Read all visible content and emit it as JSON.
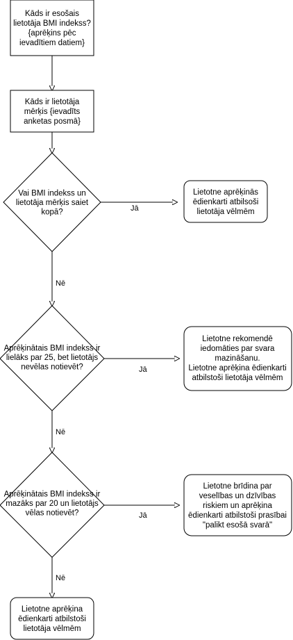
{
  "nodes": {
    "step1": [
      "Kāds ir esošais",
      "lietotāja BMI indekss?",
      "{aprēķins pēc",
      "ievadītiem datiem}"
    ],
    "step2": [
      "Kāds ir lietotāja",
      "mērķis {ievadīts",
      "anketas posmā}"
    ],
    "decision1": [
      "Vai BMI indekss un",
      "lietotāja mērķis saiet",
      "kopā?"
    ],
    "result1": [
      "Lietotne aprēķinās",
      "ēdienkarti atbilsoši",
      "lietotāja vēlmēm"
    ],
    "decision2": [
      "Aprēķinātais BMI indekss ir",
      "lielāks par 25, bet lietotājs",
      "nevēlas notievēt?"
    ],
    "result2": [
      "Lietotne rekomendē",
      "iedomāties par svara",
      "mazināšanu.",
      "Lietotne aprēķina ēdienkarti",
      "atbilstoši lietotāja vēlmēm"
    ],
    "decision3": [
      "Aprēķinātais BMI indekss ir",
      "mazāks par 20 un lietotājs",
      "vēlas notievēt?"
    ],
    "result3": [
      "Lietotne brīdina par",
      "veselības un dzīvības",
      "riskiem un aprēķina",
      "ēdienkarti atbilstoši prasībai",
      "\"palikt esošā svarā\""
    ],
    "result4": [
      "Lietotne aprēķina",
      "ēdienkarti atbilstoši",
      "lietotāja vēlmēm"
    ]
  },
  "edges": {
    "d1_yes": "Jā",
    "d1_no": "Nē",
    "d2_yes": "Jā",
    "d2_no": "Nē",
    "d3_yes": "Jā",
    "d3_no": "Nē"
  },
  "colors": {
    "stroke": "#000000",
    "fill": "#ffffff",
    "text": "#000000"
  }
}
